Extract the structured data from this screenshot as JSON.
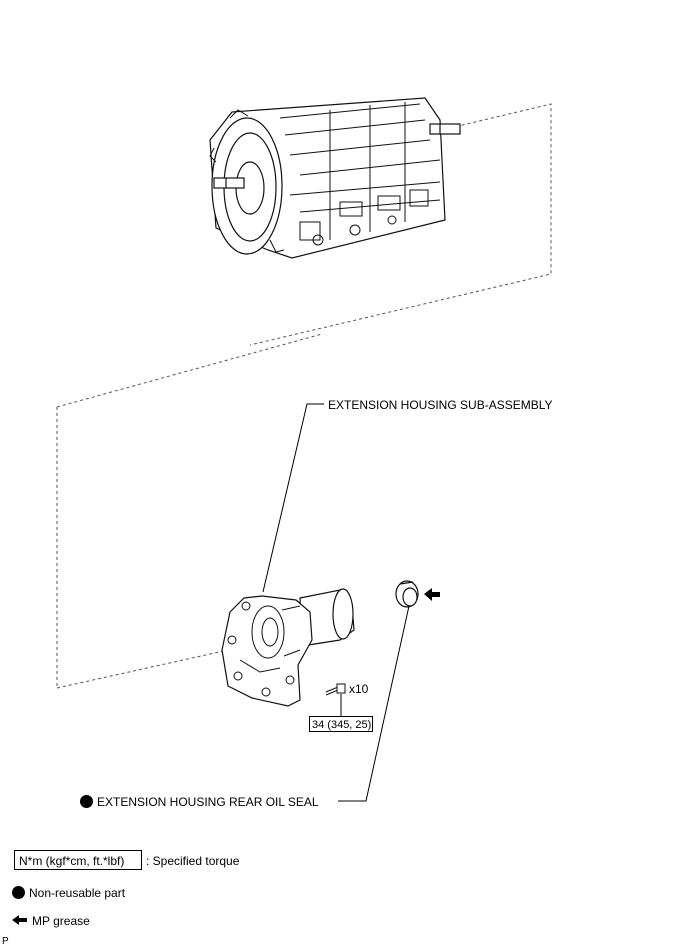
{
  "labels": {
    "extension_housing": "EXTENSION HOUSING SUB-ASSEMBLY",
    "rear_oil_seal": "EXTENSION HOUSING REAR OIL SEAL",
    "bolt_qty": "x10",
    "torque_value": "34 (345, 25)"
  },
  "legend": {
    "torque_unit": "N*m (kgf*cm, ft.*lbf)",
    "torque_desc": ": Specified torque",
    "non_reusable": "Non-reusable part",
    "mp_grease": "MP grease"
  },
  "page_marker": "P",
  "icons": {
    "non_reusable": "filled-circle-icon",
    "mp_grease": "left-arrow-icon"
  }
}
